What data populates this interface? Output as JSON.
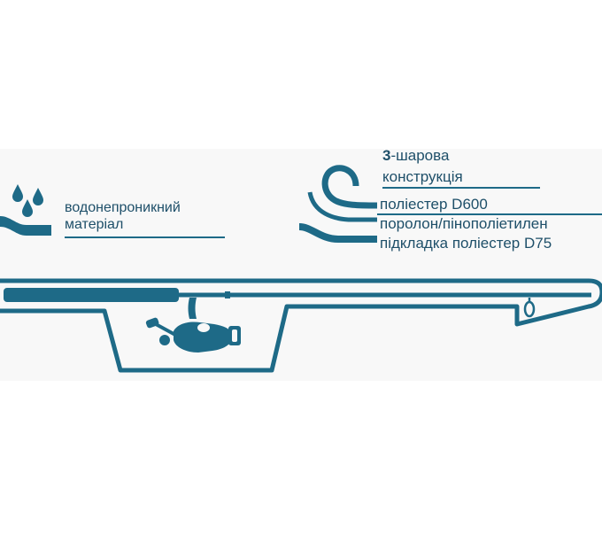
{
  "colors": {
    "primary": "#1e6a87",
    "text": "#1e4f69",
    "background": "#ffffff",
    "band": "#f8f8f8"
  },
  "waterproof": {
    "icon": "water-drops-icon",
    "label_line1": "водонепроникний",
    "label_line2": "матеріал"
  },
  "construction": {
    "icon": "layers-icon",
    "title_number": "3",
    "title_rest": "-шарова",
    "title_line2": "конструкція",
    "layers": [
      "поліестер D600",
      "поролон/пінополіетилен",
      "підкладка поліестер D75"
    ]
  },
  "case": {
    "illustration": "rod-case-with-reel-icon"
  }
}
